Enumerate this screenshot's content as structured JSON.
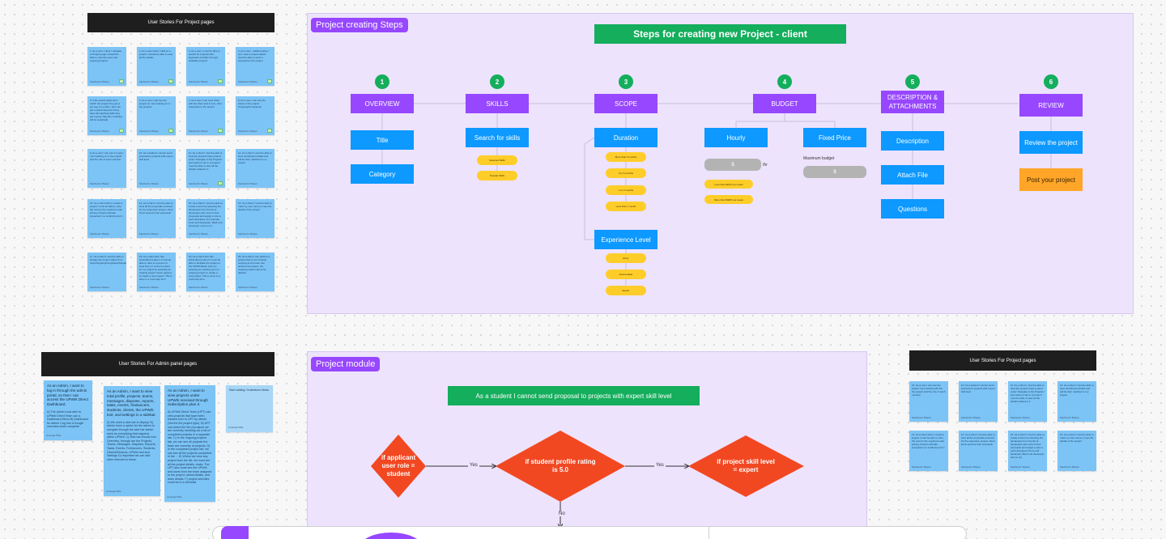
{
  "boards": {
    "top_left": {
      "title": "User Stories For Project pages"
    },
    "admin": {
      "title": "User Stories For Admin panel pages"
    },
    "right": {
      "title": "User Stories For Project pages"
    }
  },
  "top_left_stickies": [
    {
      "text": "1. As a user / client I navigate to Project page I should be able to view the open and ongoing projects",
      "author": "Madhushri Bhasin",
      "badge": true
    },
    {
      "text": "2. As a user when I click on a project I should be able to view all the details",
      "author": "Madhushri Bhasin",
      "badge": true
    },
    {
      "text": "3. As a user I must be able to search for projects with keywords and filter through available projects",
      "author": "Madhushri Bhasin",
      "badge": true
    },
    {
      "text": "4. As a user - skilled worker / pro I view a project detail I need be able to send a proposal for the project",
      "author": "Madhushri Bhasin",
      "badge": true
    },
    {
      "text": "5. If the search skills don't match the project they get a pro-tag, if not skill, I also can get a yellow flag and if they have all matching skills they get a green flag (the matching will be weighted)",
      "author": "Madhushri Bhasin",
      "badge": true
    },
    {
      "text": "6. As a user I can see the project on I am working on in My projects",
      "author": "Madhushri Bhasin",
      "badge": true
    },
    {
      "text": "7. As a user I can view chats with the client and in-turn, chat respective to the project",
      "author": "Madhushri Bhasin",
      "badge": true
    },
    {
      "text": "8. As a user I can see the status of the project (Ongoing/Completed)",
      "author": "Madhushri Bhasin",
      "badge": true
    },
    {
      "text": "9. As a user I can see if a 'type' I am working on in the project and the role of each member",
      "author": "Madhushri Bhasin",
      "badge": false
    },
    {
      "text": "10. As a student I cannot send proposal to projects with expert skill level",
      "author": "Madhushri Bhasin",
      "badge": false
    },
    {
      "text": "11. As a client I must be able to view the projects have posted under 'Navigate to My Projects' and select a role in a project I must be able to view all the details related to it",
      "author": "Madhushri Bhasin",
      "badge": true
    },
    {
      "text": "12. As a client I must be able to view recruitment details and will be then matched to my project",
      "author": "Madhushri Bhasin",
      "badge": false
    },
    {
      "text": "13. As a client when I create a project I must be able to view the cost for the required under pricing, Project estimate presented in a small drop form",
      "author": "Madhushri Bhasin",
      "badge": false
    },
    {
      "text": "14. As a client I must be able to view all the proposals received for the respective project, client list at sponsor their proposals",
      "author": "Madhushri Bhasin",
      "badge": false
    },
    {
      "text": "15. As a client I must be able to create a team by selecting the developers from the list of developers who sent in their proposals and assign a role to each developer (for example, Front end Developer, Back end developer, and so on)",
      "author": "Madhushri Bhasin",
      "badge": false
    },
    {
      "text": "16. As a client I must be able to mark my user name a I see the details of the project",
      "author": "Madhushri Bhasin",
      "badge": false
    },
    {
      "text": "17. As a client I must be able to change the project status from Open/Ongoing/Completed/Closed",
      "author": "Madhushri Bhasin",
      "badge": false
    },
    {
      "text": "18. As a client who has subscribed a plan 1 I must be able to refer to a person to view them or convert a client for my project by selecting an existing project I have passed to create a new project. This is done in a multi step form",
      "author": "Madhushri Bhasin",
      "badge": false
    },
    {
      "text": "19. As a client who has subscribed a plan 3 I must be able to facilitate the project to the UPWrk Baser team by selecting an existing open or ongoing project or create a new project. This is done in a multi step form",
      "author": "Madhushri Bhasin",
      "badge": false
    },
    {
      "text": "20. As a client I can decline a project that is not currently ongoing as the team can develop the project, the ongoing project cannot be deleted",
      "author": "Madhushri Bhasin",
      "badge": false
    }
  ],
  "admin_stickies": [
    {
      "lead": "As an Admin, I want to log in through the admin portal, so that I can access the UPWrk Direct Dashboard.",
      "text": "A) The admin must able to UPWrk Direct Team can a Dashboard Menu B) Dashboard for admin I log into a Google overview which complete",
      "author": "Amaraja Pillai"
    },
    {
      "lead": "As an Admin, I want to view total profile, projects, teams, messages, disputes, reports, tasks, events, freelancers, students, clients, the UPWrk tool, and settings in a sidebar.",
      "text": "A) We need a side bar in display. B) Admin have a option for the admin to navigate through the side bar admin need an everything that happens within UPWrk. C) Side bar should now Overview, through are the Projects, Teams, Messages, Disputes, Reports, Tasks, Events, Freelancers, Students, Clients/Reviews, UPWrk tool and Settings D) Important we can add other relevant to these",
      "author": "Amaraja Pillai"
    },
    {
      "lead": "As an Admin, I want to view projects under UPWrk received through Subscription plan 3.",
      "text": "A) UPWrk Direct Team (UPT) can view projects that have been handed over to UPT by clients (Via the the project type). B) UPT can select the list of projects we are currently handling via a list of completed projects in a separate tab. C) In the ongoing projects tab, we can see all projects the team are currently at projects. D) In the completed project tab, we can see all the projects completed in the ... E) Where we view any project from the list, we must see all the project details, chats. The UPT also must see the UPWrk and users from the team assigned to the project, admin details, and team details. F) project activities could be in a checklist",
      "author": "Amaraja Pillai"
    },
    {
      "lead": "",
      "text": "Start adding / brainstorm ideas",
      "author": "Amaraja Pillai"
    }
  ],
  "right_stickies": [
    {
      "text": "10. As a user I can see the project I am working with the the project and the role of each member",
      "author": "Madhushri Bhasin"
    },
    {
      "text": "10. As a student I cannot send proposal to projects with expert skill level",
      "author": "Madhushri Bhasin"
    },
    {
      "text": "11. As a client I must be able to view the projects have posted under 'Navigate to My Projects' and select a role in a project I must be able to view all the details related to it",
      "author": "Madhushri Bhasin"
    },
    {
      "text": "12. As a client I must be able to view recruitment details and will be then matched to my project",
      "author": "Madhushri Bhasin"
    },
    {
      "text": "13. As a client when I create a project I must be able to view the cost for the required under pricing, Project estimate presented in a small drop form",
      "author": "Madhushri Bhasin"
    },
    {
      "text": "14. As a client I must be able to view all the proposals received for the respective project, client list at sponsor their proposals",
      "author": "Madhushri Bhasin"
    },
    {
      "text": "15. As a client I must be able to create a team by selecting the developers from the list of developers who sent in their proposals and assign a role to each developer (Front end developer, Back end developer, and so on)",
      "author": "Madhushri Bhasin"
    },
    {
      "text": "16. As a client I must be able to mark my user name a I see the details of the project",
      "author": "Madhushri Bhasin"
    }
  ],
  "steps_frame": {
    "tag": "Project creating Steps",
    "title": "Steps for creating new Project - client",
    "steps": [
      {
        "num": "1",
        "label": "OVERVIEW"
      },
      {
        "num": "2",
        "label": "SKILLS"
      },
      {
        "num": "3",
        "label": "SCOPE"
      },
      {
        "num": "4",
        "label": "BUDGET"
      },
      {
        "num": "5",
        "label": "DESCRIPTION & ATTACHMENTS"
      },
      {
        "num": "6",
        "label": "REVIEW"
      }
    ],
    "overview": {
      "title": "Title",
      "category": "Category"
    },
    "skills": {
      "search": "Search for skills",
      "pills": [
        "Selected Skills",
        "Popular Skills"
      ]
    },
    "scope": {
      "duration": "Duration",
      "duration_pills": [
        "More than 6 months",
        "3 to 6 months",
        "1 to 3 months",
        "Less than 1 month"
      ],
      "experience": "Experience Level",
      "experience_pills": [
        "Entry",
        "Intermediate",
        "Expert"
      ]
    },
    "budget": {
      "hourly": "Hourly",
      "fixed": "Fixed Price",
      "hourly_input": "$",
      "per_hour": "/hr",
      "max_budget": "Maximum budget",
      "fixed_input": "$",
      "hourly_pills": [
        "Less than $10/hr per week",
        "More than $30/hr per week"
      ]
    },
    "description": {
      "description": "Description",
      "attach": "Attach File",
      "questions": "Questions"
    },
    "review": {
      "review": "Review the project",
      "post": "Post your project"
    }
  },
  "module_frame": {
    "tag": "Project module",
    "title": "As a student I cannot send proposal to projects with expert skill level",
    "diamonds": [
      "if applicant user role = student",
      "if student profile rating is 5.0",
      "if project skill level = expert"
    ],
    "edge_yes": "Yes",
    "edge_no": "No"
  },
  "colors": {
    "purple": "#9747ff",
    "green": "#14ae5c",
    "blue": "#0d99ff",
    "orange": "#ffa629",
    "yellow": "#ffcd29",
    "diamond": "#f24822",
    "sticky": "#7cc4f6"
  }
}
